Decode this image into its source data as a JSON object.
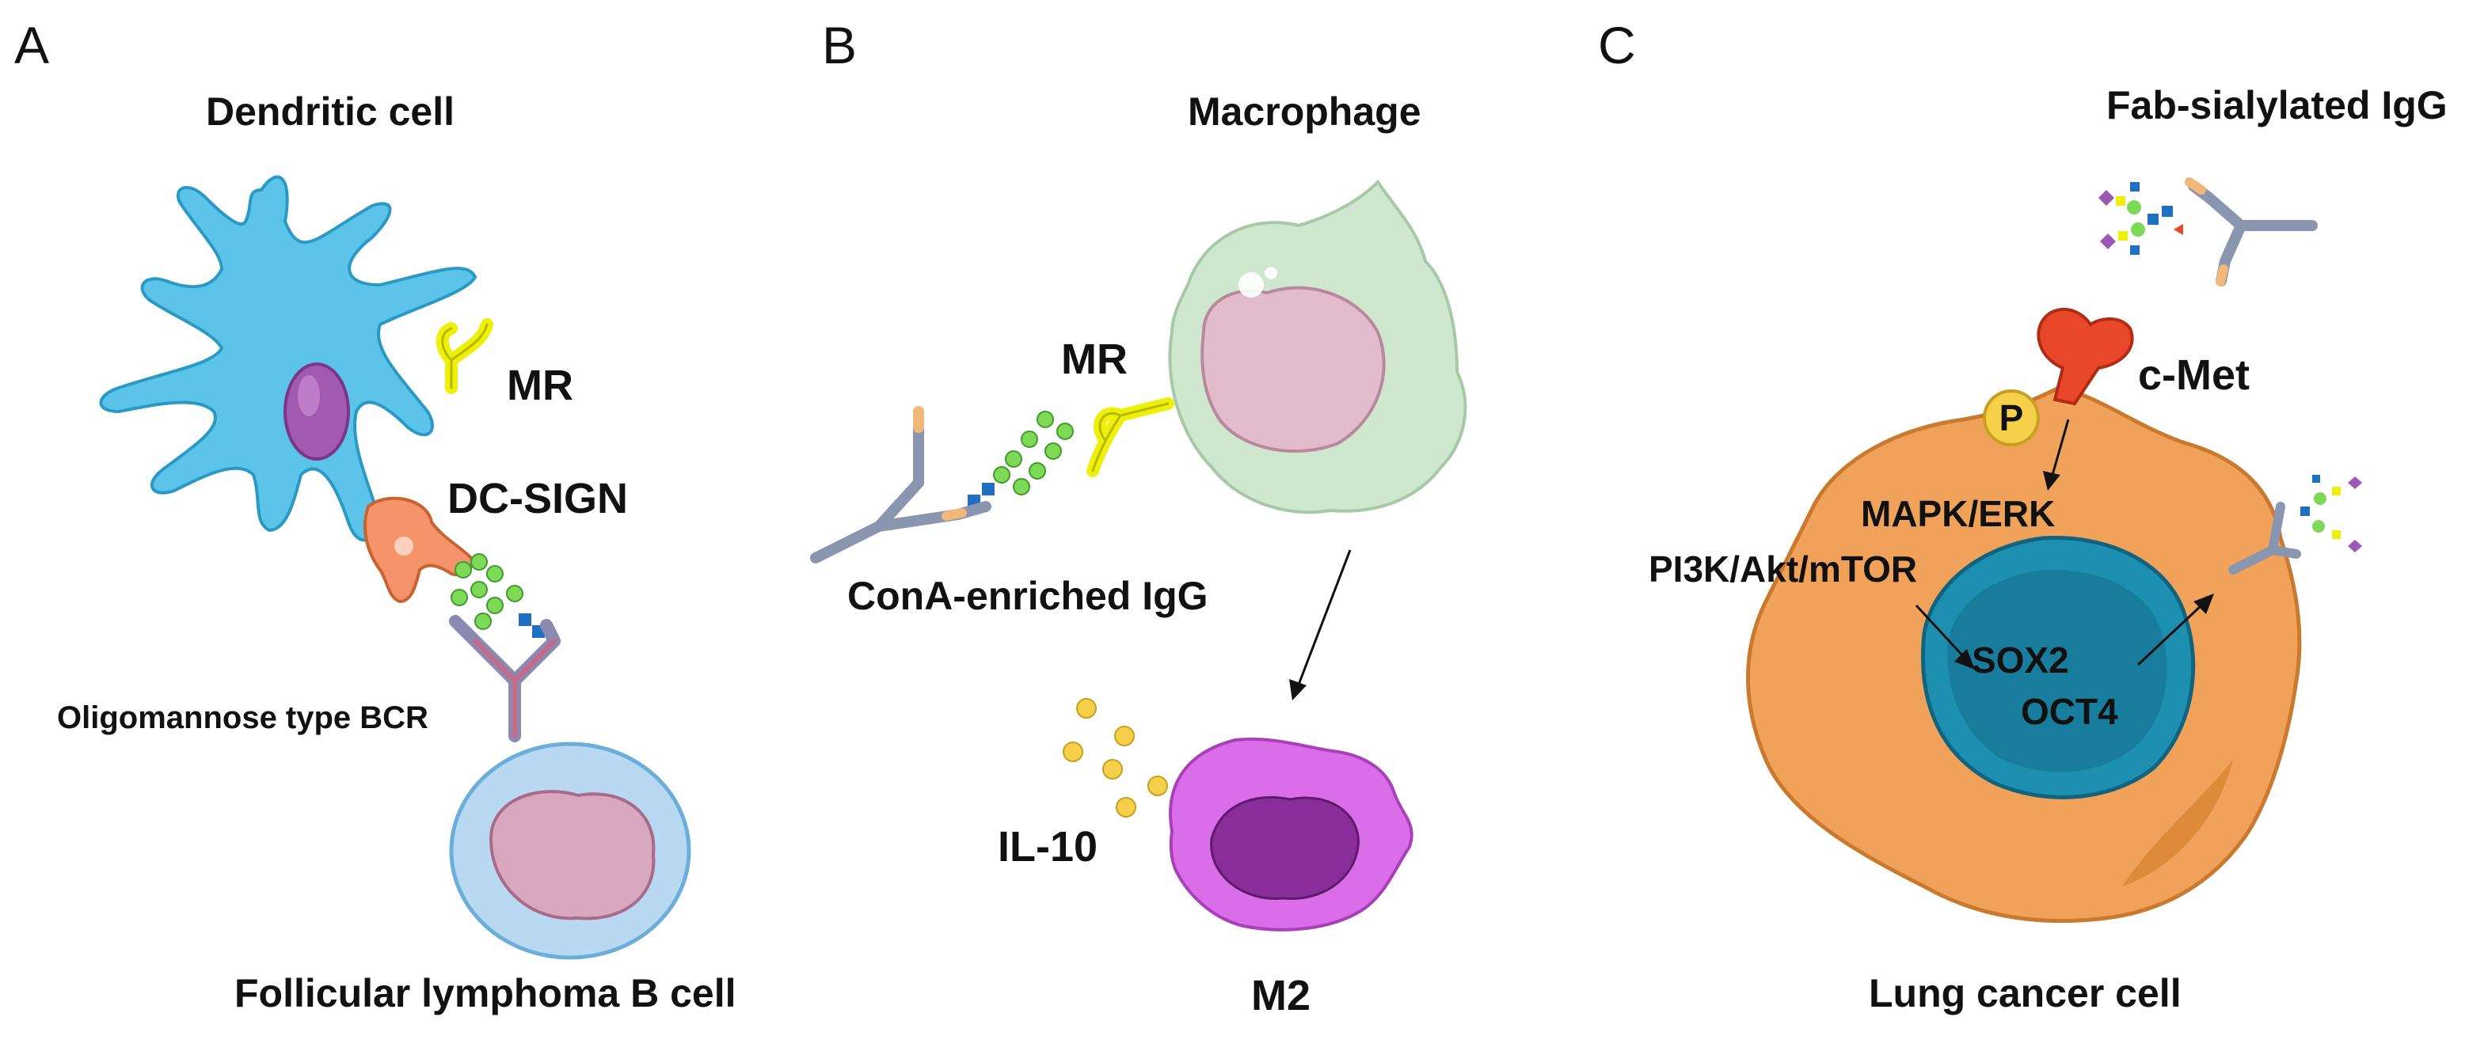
{
  "panels": {
    "a": {
      "letter": "A",
      "top_title": "Dendritic cell",
      "mr_label": "MR",
      "dcsign_label": "DC-SIGN",
      "bcr_label": "Oligomannose type BCR",
      "bottom_title": "Follicular lymphoma B cell"
    },
    "b": {
      "letter": "B",
      "top_title": "Macrophage",
      "mr_label": "MR",
      "igg_label": "ConA-enriched IgG",
      "il10_label": "IL-10",
      "m2_label": "M2"
    },
    "c": {
      "letter": "C",
      "igg_title": "Fab-sialylated IgG",
      "cmet_label": "c-Met",
      "p_label": "P",
      "mapk_label": "MAPK/ERK",
      "pi3k_label": "PI3K/Akt/mTOR",
      "sox2_label": "SOX2",
      "oct4_label": "OCT4",
      "bottom_title": "Lung cancer cell"
    }
  },
  "colors": {
    "dendritic": "#5bc4e8",
    "macrophage": "#cfe6cf",
    "nucleus_pink": "#e3bccb",
    "m2": "#d96ee8",
    "m2_nucleus": "#8a2d9a",
    "cancer": "#f0a25a",
    "cancer_nucleus": "#1d8fb0",
    "cmet": "#e8472a",
    "glycan_green": "#7ed957",
    "receptor_yellow": "#eef00a",
    "dcsign": "#f5946a",
    "il10": "#f6d04a"
  }
}
